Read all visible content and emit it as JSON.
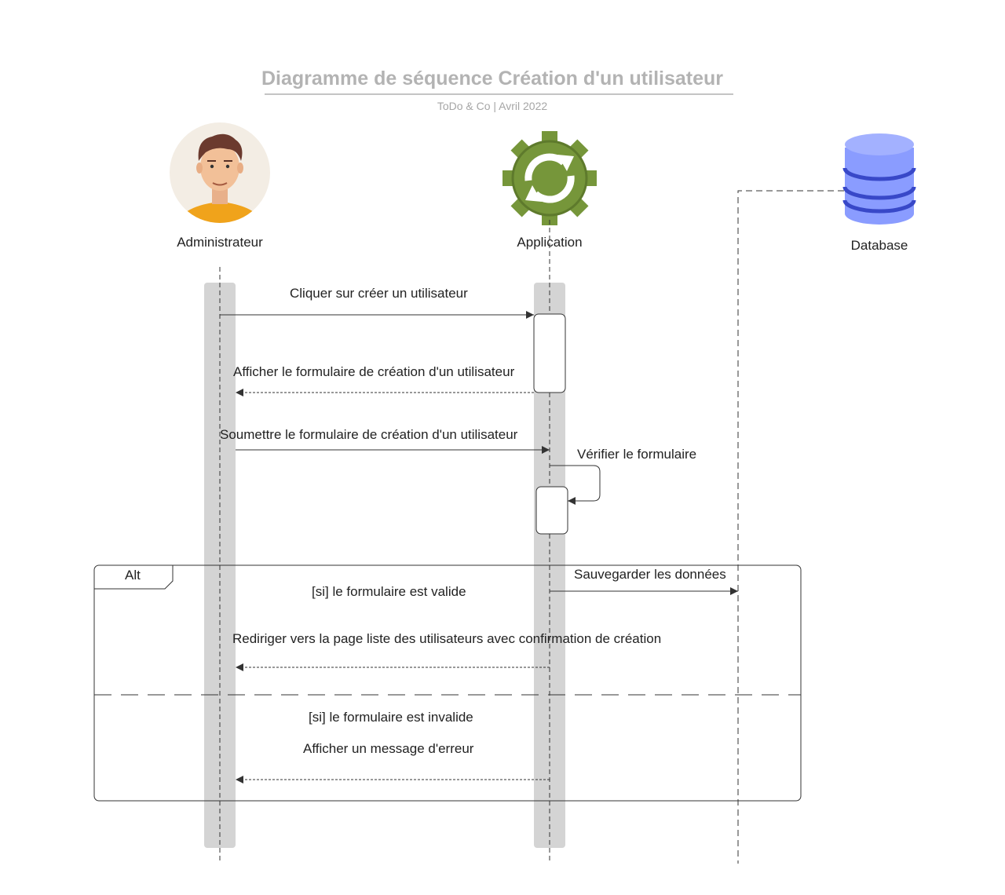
{
  "header": {
    "title": "Diagramme de séquence Création d'un utilisateur",
    "subtitle": "ToDo & Co  | Avril 2022"
  },
  "actors": {
    "admin": {
      "label": "Administrateur",
      "icon": "user-avatar-icon"
    },
    "app": {
      "label": "Application",
      "icon": "gear-refresh-icon"
    },
    "db": {
      "label": "Database",
      "icon": "database-icon"
    }
  },
  "messages": {
    "m1": "Cliquer sur créer un utilisateur",
    "m2": "Afficher le formulaire de création d'un utilisateur",
    "m3": "Soumettre le formulaire de création d'un utilisateur",
    "m4": "Vérifier le formulaire",
    "m5": "Sauvegarder les données",
    "m6": "Rediriger vers la page liste des utilisateurs avec confirmation de création",
    "m7": "Afficher un message d'erreur"
  },
  "fragment": {
    "label": "Alt",
    "guard1": "[si] le formulaire est valide",
    "guard2": "[si] le formulaire est invalide"
  },
  "colors": {
    "lifeline_bar": "#d4d4d4",
    "gear": "#76963a",
    "database": "#7f95ff",
    "title": "#b3b3b3"
  }
}
